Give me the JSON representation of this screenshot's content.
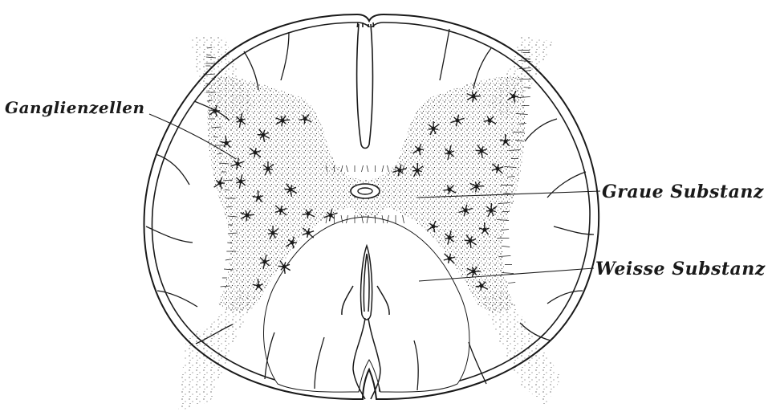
{
  "labels": {
    "ganglion_cells": "Ganglienzellen",
    "grey_matter": "Graue Substanz",
    "white_matter": "Weisse Substanz"
  },
  "colors": {
    "ink": "#1a1a1a",
    "paper": "#ffffff",
    "stipple": "#2b2b2b"
  }
}
